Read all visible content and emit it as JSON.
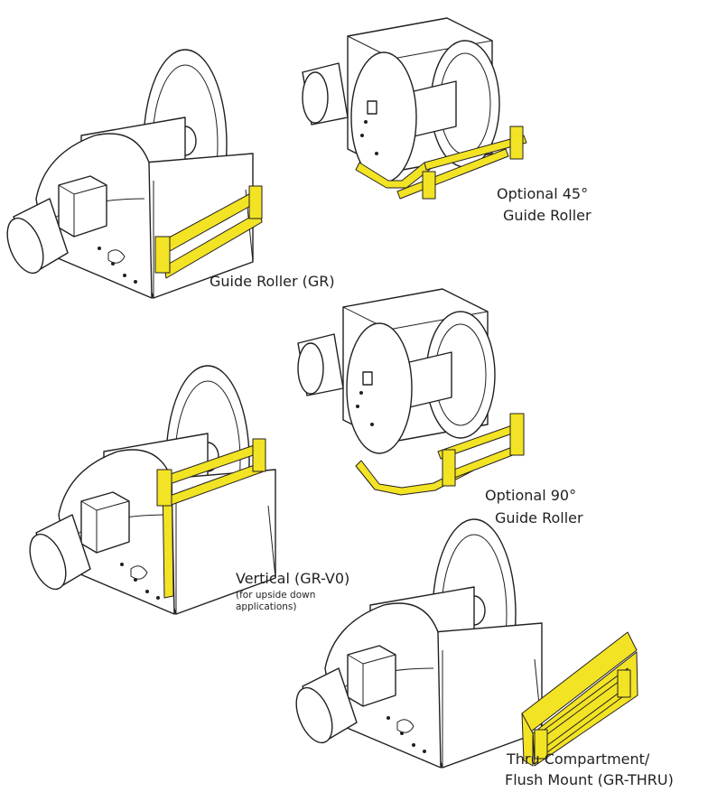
{
  "colors": {
    "line": "#231f20",
    "guide_roller": "#f2e325",
    "background": "#ffffff"
  },
  "labels": {
    "guide_roller": "Guide Roller (GR)",
    "optional_45_line1": "Optional 45°",
    "optional_45_line2": "Guide Roller",
    "optional_90_line1": "Optional 90°",
    "optional_90_line2": "Guide Roller",
    "vertical": "Vertical (GR-V0)",
    "vertical_note_line1": "(for upside down",
    "vertical_note_line2": "applications)",
    "thru_line1": "Thru Compartment/",
    "thru_line2": "Flush Mount (GR-THRU)"
  }
}
